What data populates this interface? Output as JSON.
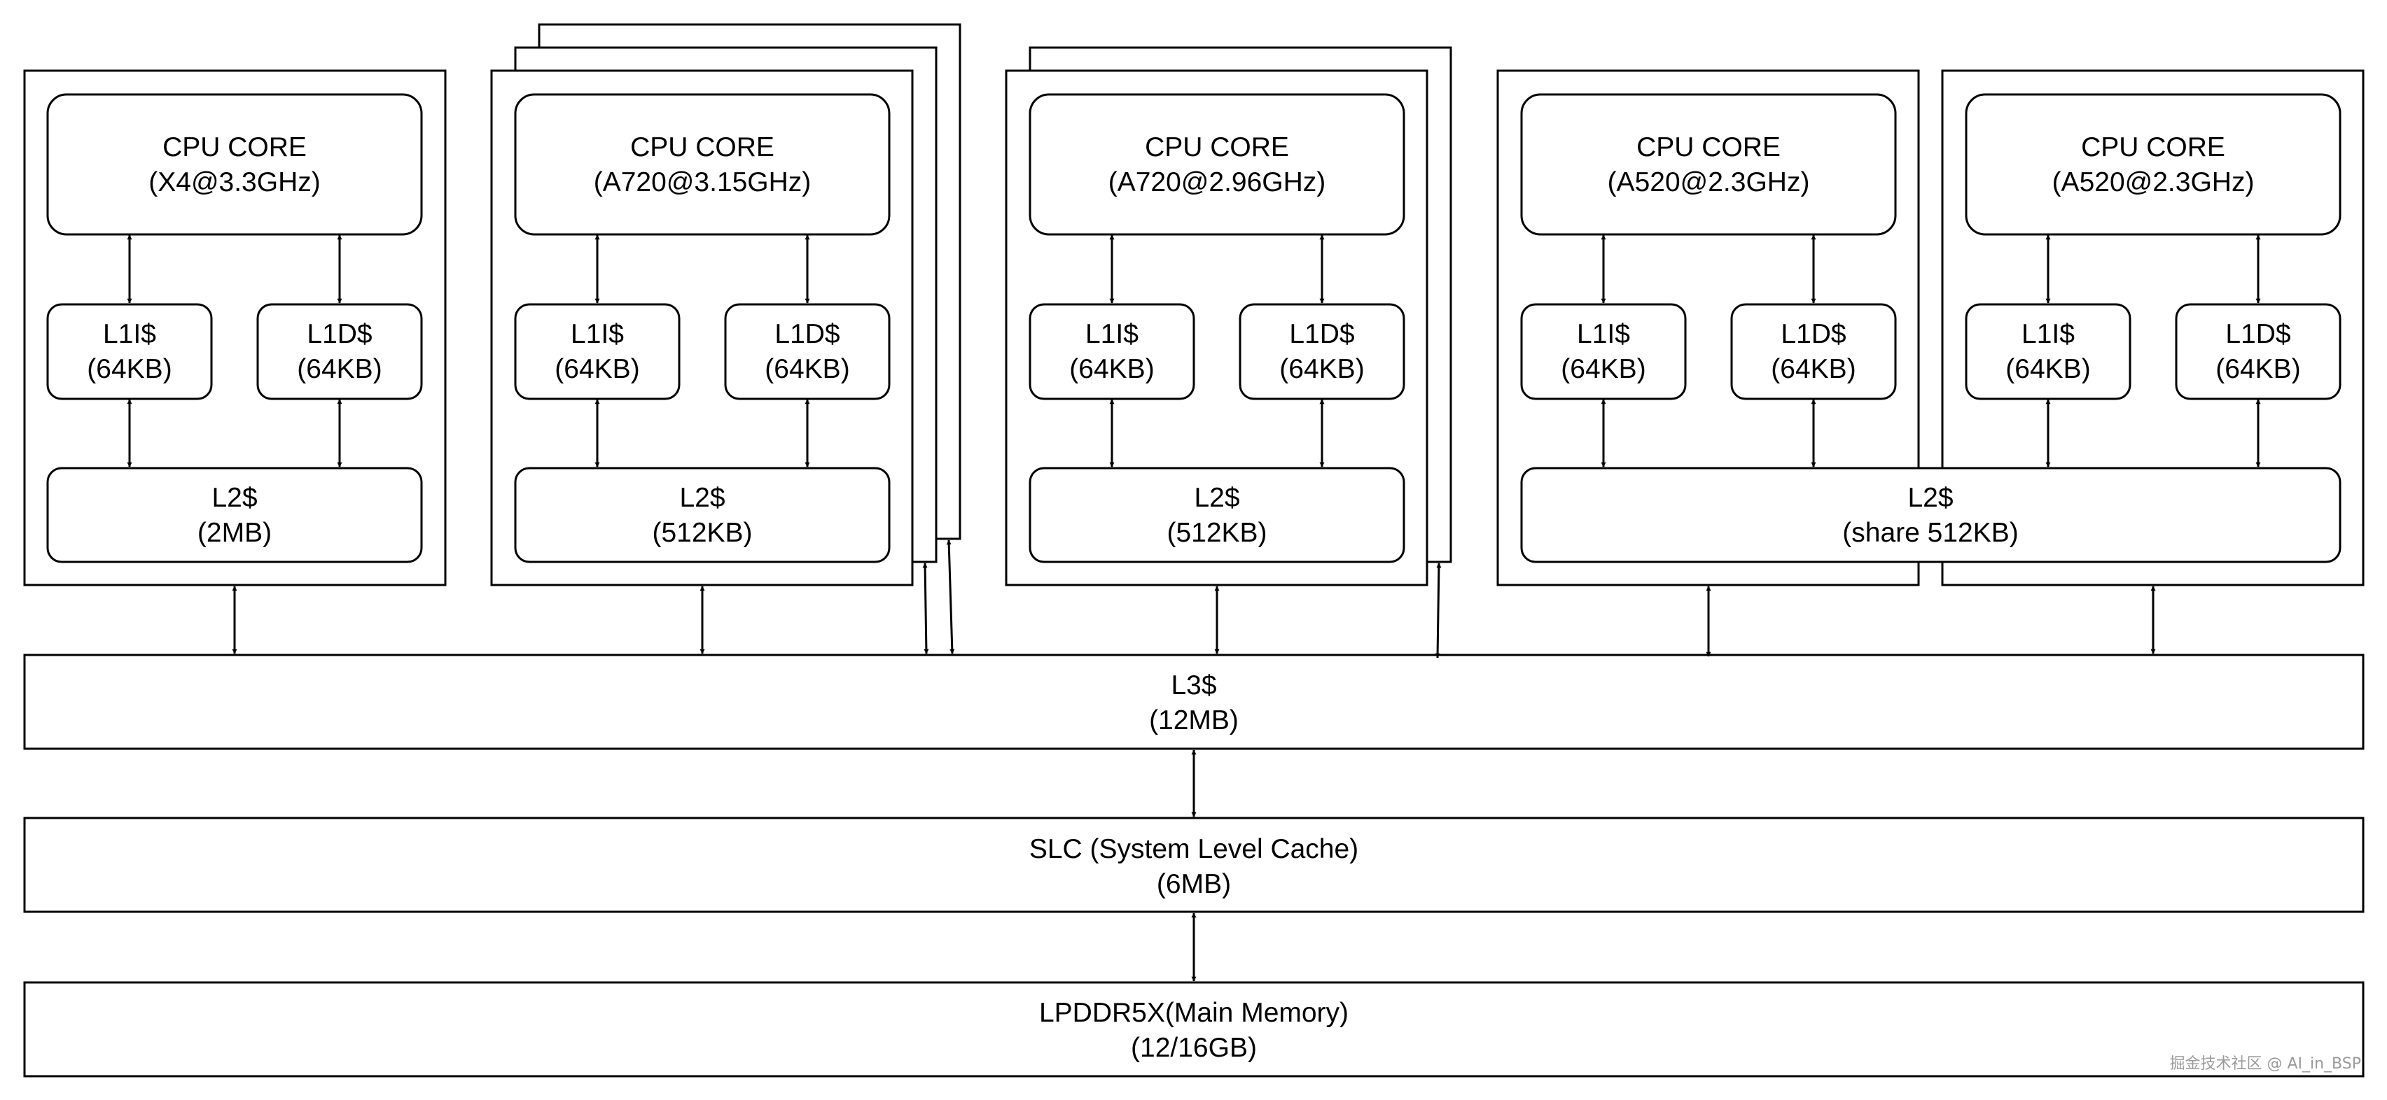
{
  "clusters": [
    {
      "core": {
        "title": "CPU CORE",
        "spec": "(X4@3.3GHz)"
      },
      "l1i": {
        "title": "L1I$",
        "size": "(64KB)"
      },
      "l1d": {
        "title": "L1D$",
        "size": "(64KB)"
      },
      "l2": {
        "title": "L2$",
        "size": "(2MB)"
      }
    },
    {
      "core": {
        "title": "CPU CORE",
        "spec": "(A720@3.15GHz)"
      },
      "l1i": {
        "title": "L1I$",
        "size": "(64KB)"
      },
      "l1d": {
        "title": "L1D$",
        "size": "(64KB)"
      },
      "l2": {
        "title": "L2$",
        "size": "(512KB)"
      }
    },
    {
      "core": {
        "title": "CPU CORE",
        "spec": "(A720@2.96GHz)"
      },
      "l1i": {
        "title": "L1I$",
        "size": "(64KB)"
      },
      "l1d": {
        "title": "L1D$",
        "size": "(64KB)"
      },
      "l2": {
        "title": "L2$",
        "size": "(512KB)"
      }
    },
    {
      "core": {
        "title": "CPU CORE",
        "spec": "(A520@2.3GHz)"
      },
      "l1i": {
        "title": "L1I$",
        "size": "(64KB)"
      },
      "l1d": {
        "title": "L1D$",
        "size": "(64KB)"
      }
    },
    {
      "core": {
        "title": "CPU CORE",
        "spec": "(A520@2.3GHz)"
      },
      "l1i": {
        "title": "L1I$",
        "size": "(64KB)"
      },
      "l1d": {
        "title": "L1D$",
        "size": "(64KB)"
      }
    }
  ],
  "shared_l2": {
    "title": "L2$",
    "size": "(share 512KB)"
  },
  "l3": {
    "title": "L3$",
    "size": "(12MB)"
  },
  "slc": {
    "title": "SLC (System Level Cache)",
    "size": "(6MB)"
  },
  "memory": {
    "title": "LPDDR5X(Main Memory)",
    "size": "(12/16GB)"
  },
  "watermark": "掘金技术社区 @ AI_in_BSP",
  "colors": {
    "stroke": "#000000",
    "background": "#ffffff",
    "watermark": "#9a9a9a"
  }
}
